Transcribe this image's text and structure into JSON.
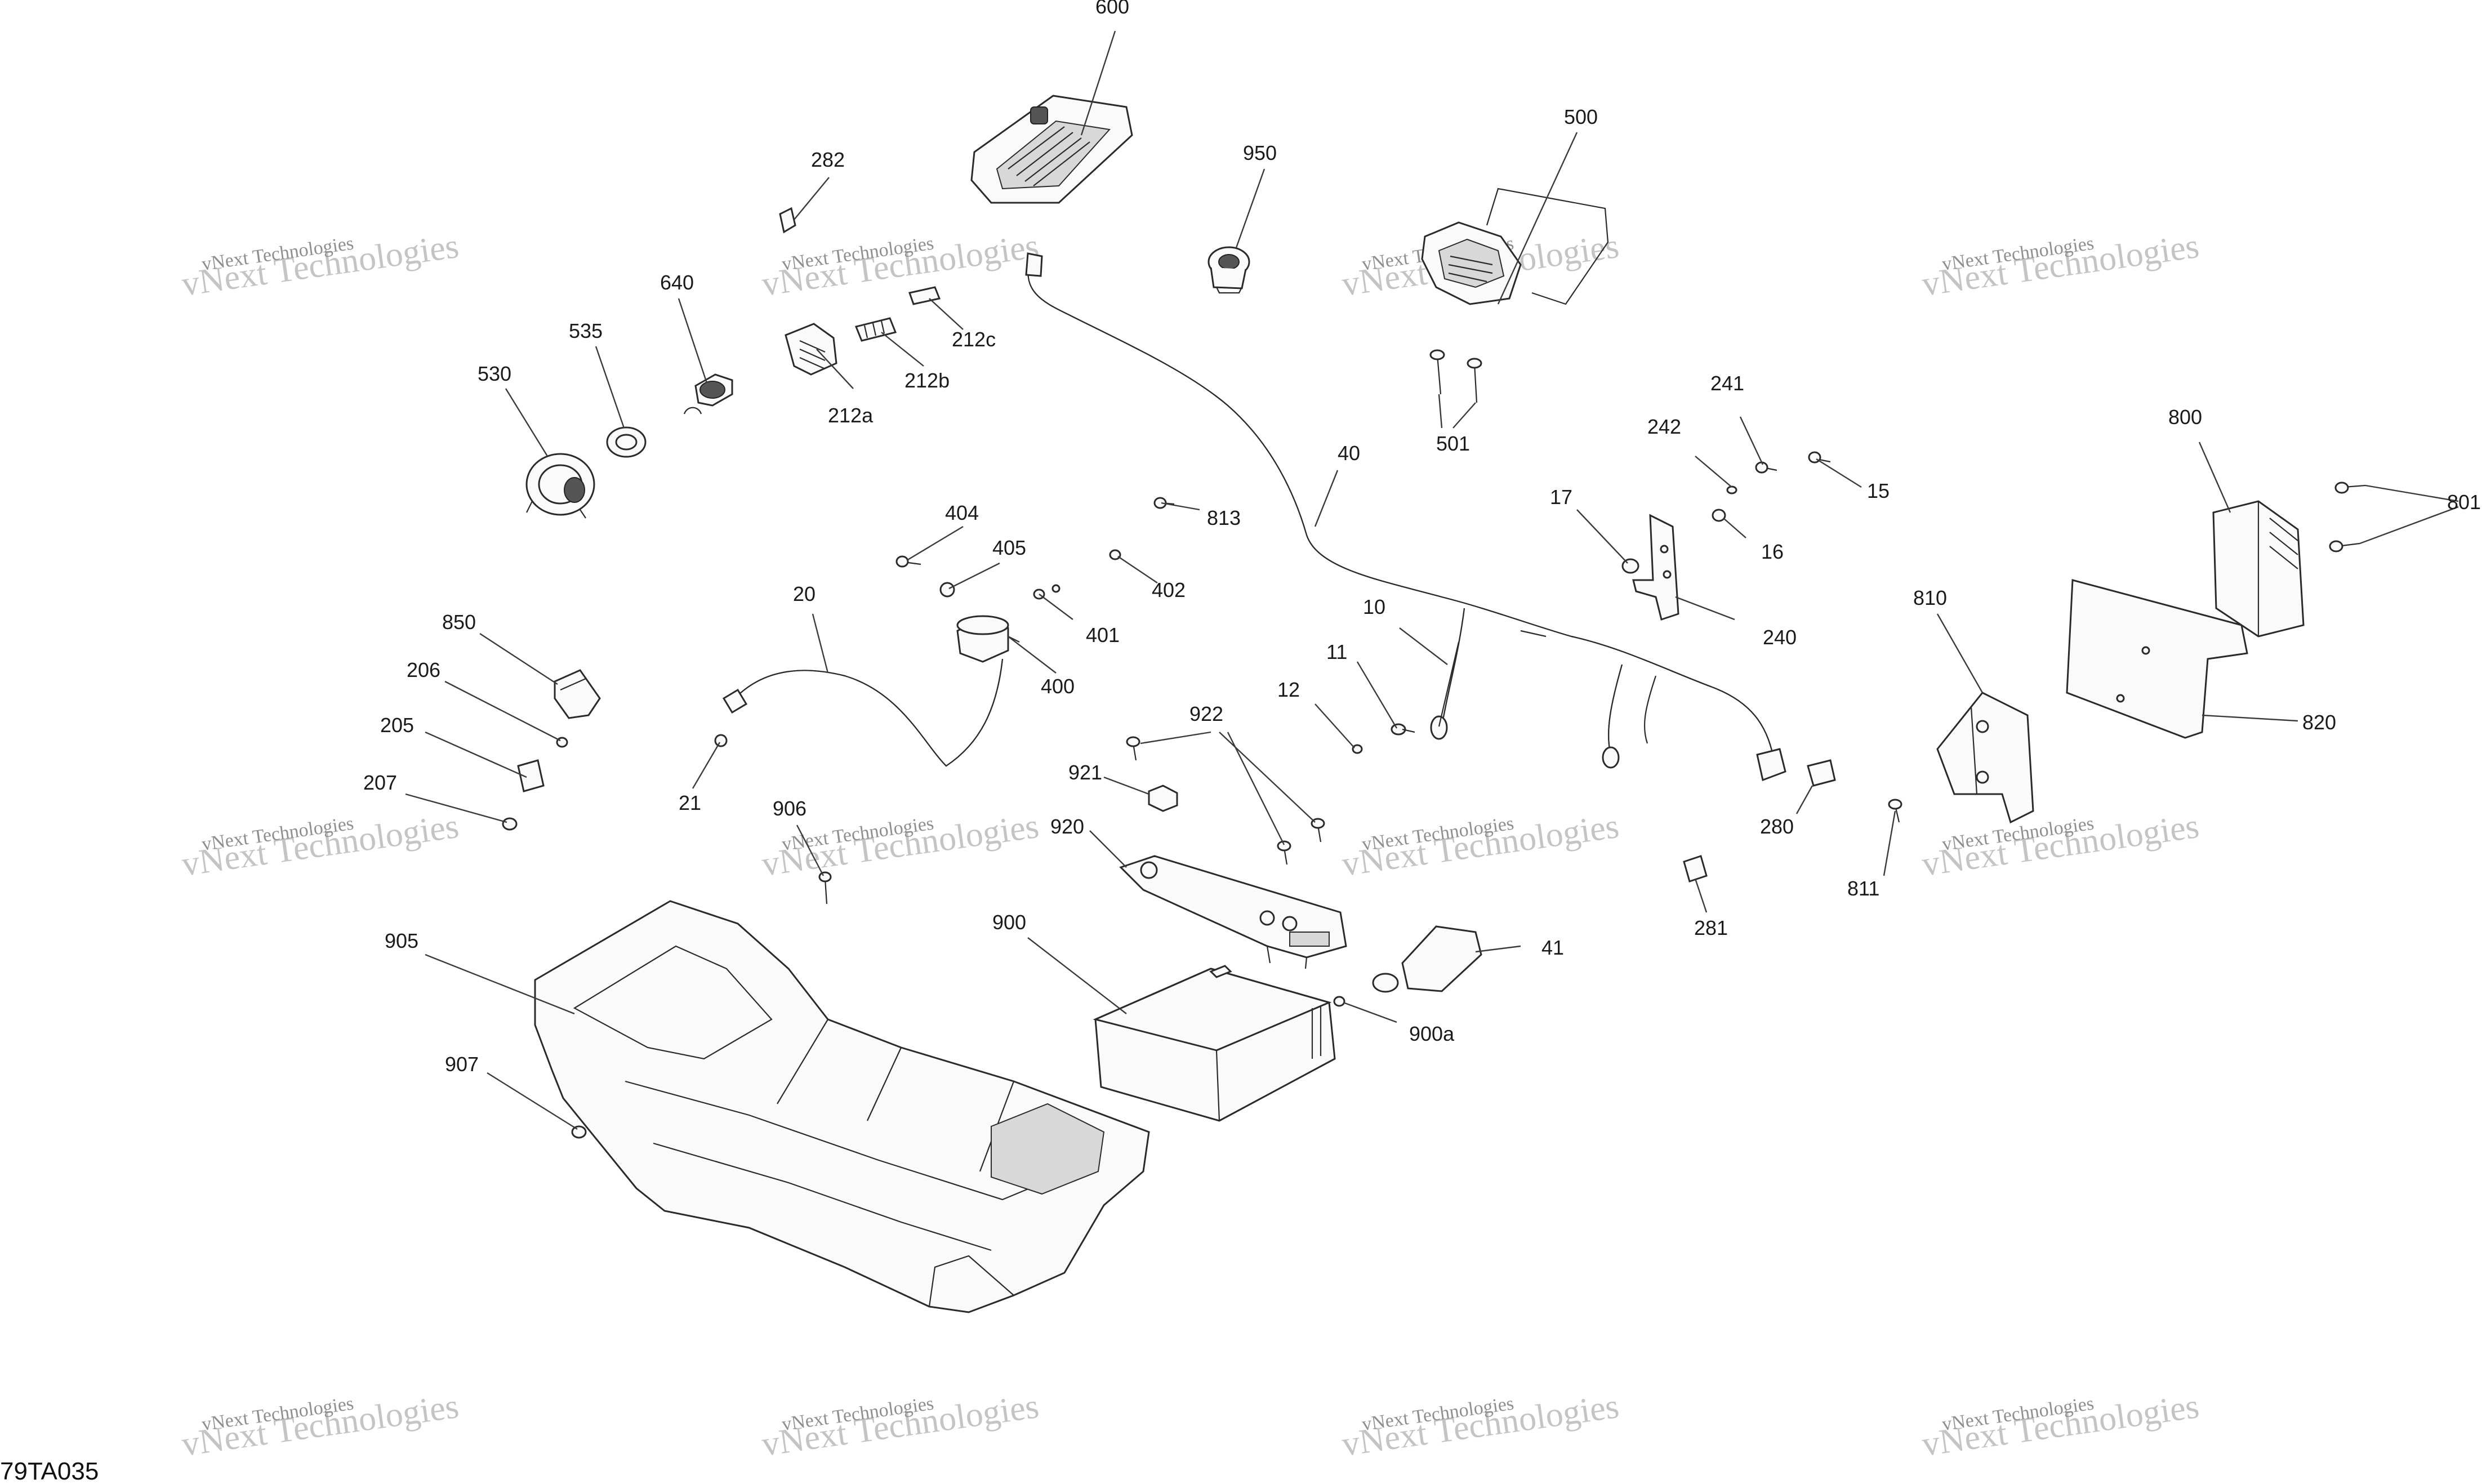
{
  "diagram": {
    "reference_code": "79TA035",
    "watermark_line1": "vNext Technologies",
    "watermark_line2": "vNext Technologies"
  },
  "callouts": {
    "c600": "600",
    "c282": "282",
    "c950": "950",
    "c500": "500",
    "c640": "640",
    "c535": "535",
    "c530": "530",
    "c212a": "212a",
    "c212b": "212b",
    "c212c": "212c",
    "c501": "501",
    "c241": "241",
    "c242": "242",
    "c15": "15",
    "c16": "16",
    "c17": "17",
    "c40": "40",
    "c813": "813",
    "c404": "404",
    "c405": "405",
    "c402": "402",
    "c401": "401",
    "c400": "400",
    "c20": "20",
    "c850": "850",
    "c206": "206",
    "c205": "205",
    "c207": "207",
    "c21": "21",
    "c10": "10",
    "c11": "11",
    "c12": "12",
    "c240": "240",
    "c280": "280",
    "c281": "281",
    "c922": "922",
    "c921": "921",
    "c920": "920",
    "c906": "906",
    "c900": "900",
    "c900a": "900a",
    "c41": "41",
    "c905": "905",
    "c907": "907",
    "c800": "800",
    "c801": "801",
    "c810": "810",
    "c820": "820",
    "c811": "811"
  }
}
